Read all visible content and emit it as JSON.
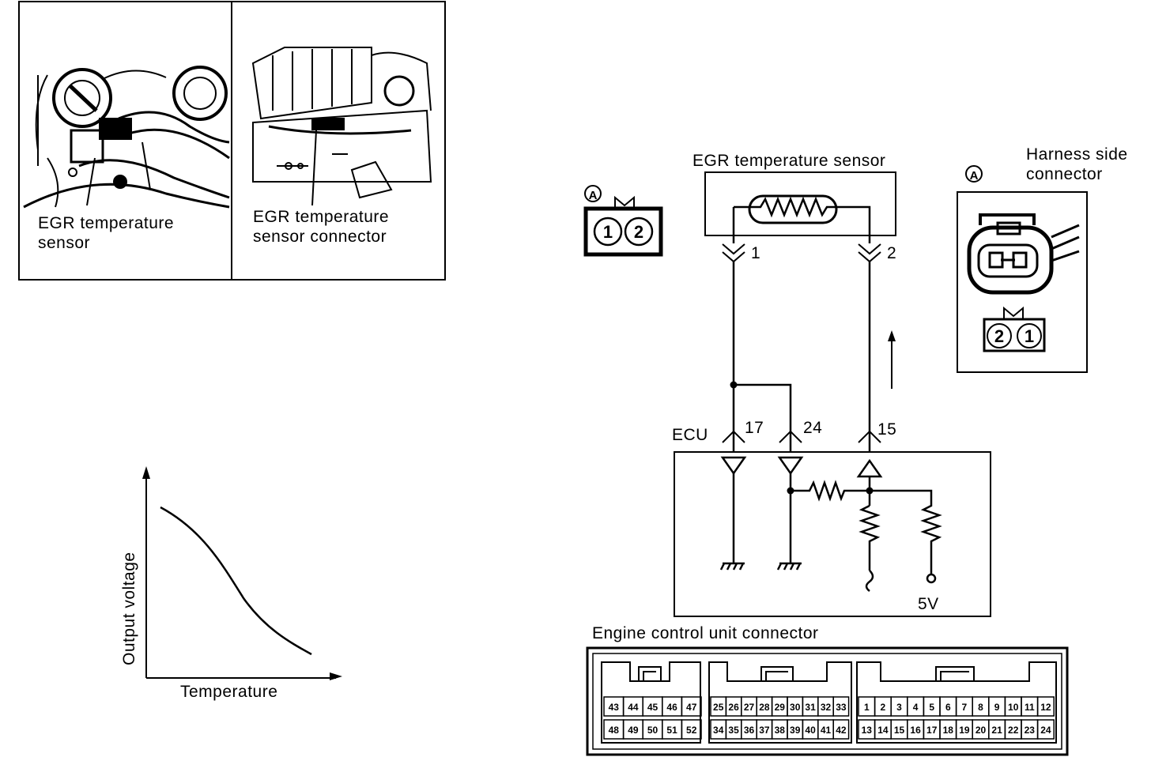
{
  "photos": {
    "left_caption": [
      "EGR temperature",
      "sensor"
    ],
    "right_caption": [
      "EGR temperature",
      "sensor connector"
    ]
  },
  "graph": {
    "x_label": "Temperature",
    "y_label": "Output voltage"
  },
  "connector_a_top": {
    "marker": "A",
    "pins": [
      "1",
      "2"
    ]
  },
  "harness": {
    "marker": "A",
    "title": [
      "Harness side",
      "connector"
    ],
    "pins": [
      "2",
      "1"
    ]
  },
  "circuit": {
    "sensor_title": "EGR temperature sensor",
    "sensor_pin_left": "1",
    "sensor_pin_right": "2",
    "ecu_label": "ECU",
    "ecu_pins": [
      "17",
      "24",
      "15"
    ],
    "supply_label": "5V"
  },
  "ecu_connector": {
    "title": "Engine control unit connector",
    "group1_top": [
      "43",
      "44",
      "45",
      "46",
      "47"
    ],
    "group1_bottom": [
      "48",
      "49",
      "50",
      "51",
      "52"
    ],
    "group2_top": [
      "25",
      "26",
      "27",
      "28",
      "29",
      "30",
      "31",
      "32",
      "33"
    ],
    "group2_bottom": [
      "34",
      "35",
      "36",
      "37",
      "38",
      "39",
      "40",
      "41",
      "42"
    ],
    "group3_top": [
      "1",
      "2",
      "3",
      "4",
      "5",
      "6",
      "7",
      "8",
      "9",
      "10",
      "11",
      "12"
    ],
    "group3_bottom": [
      "13",
      "14",
      "15",
      "16",
      "17",
      "18",
      "19",
      "20",
      "21",
      "22",
      "23",
      "24"
    ]
  }
}
